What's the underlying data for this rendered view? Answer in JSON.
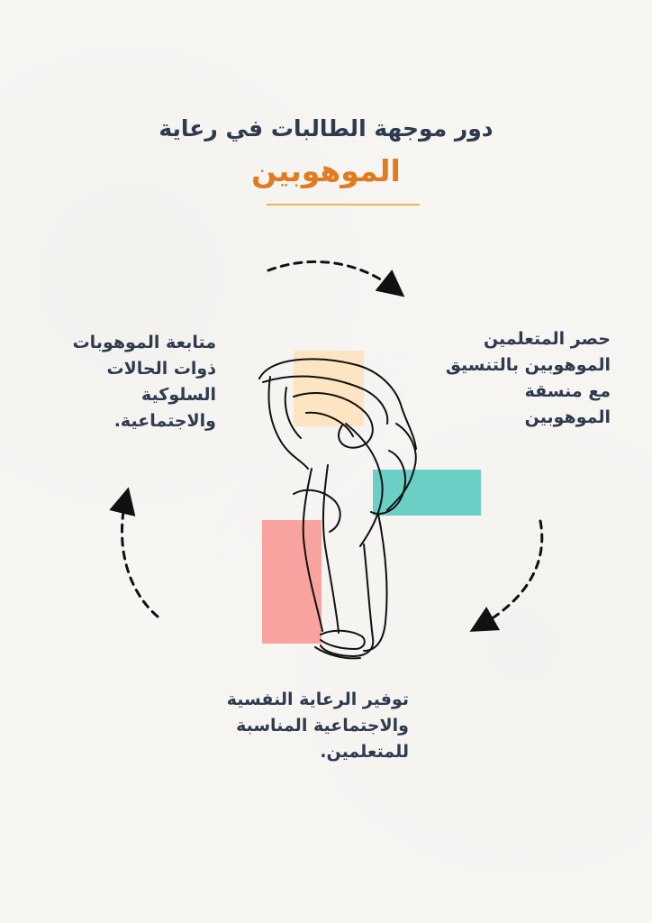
{
  "header": {
    "title": "دور موجهة الطالبات في رعاية",
    "subtitle": "الموهوبين"
  },
  "cycle": {
    "right": "حصر المتعلمين\nالموهوبين بالتنسيق\nمع منسقة\nالموهوبين",
    "bottom": "توفير الرعاية النفسية\nوالاجتماعية المناسبة\nللمتعلمين.",
    "left": "متابعة الموهوبات\nذوات الحالات\nالسلوكية\nوالاجتماعية."
  },
  "colors": {
    "accent": "#e07b1f",
    "text": "#2f3a4f",
    "rule": "#e8b64a",
    "block_orange": "#fde4c2",
    "block_teal": "#6ccfc5",
    "block_pink": "#f9a3a1"
  },
  "icons": [
    "curved-arrow-icon",
    "line-art-figure-icon"
  ]
}
